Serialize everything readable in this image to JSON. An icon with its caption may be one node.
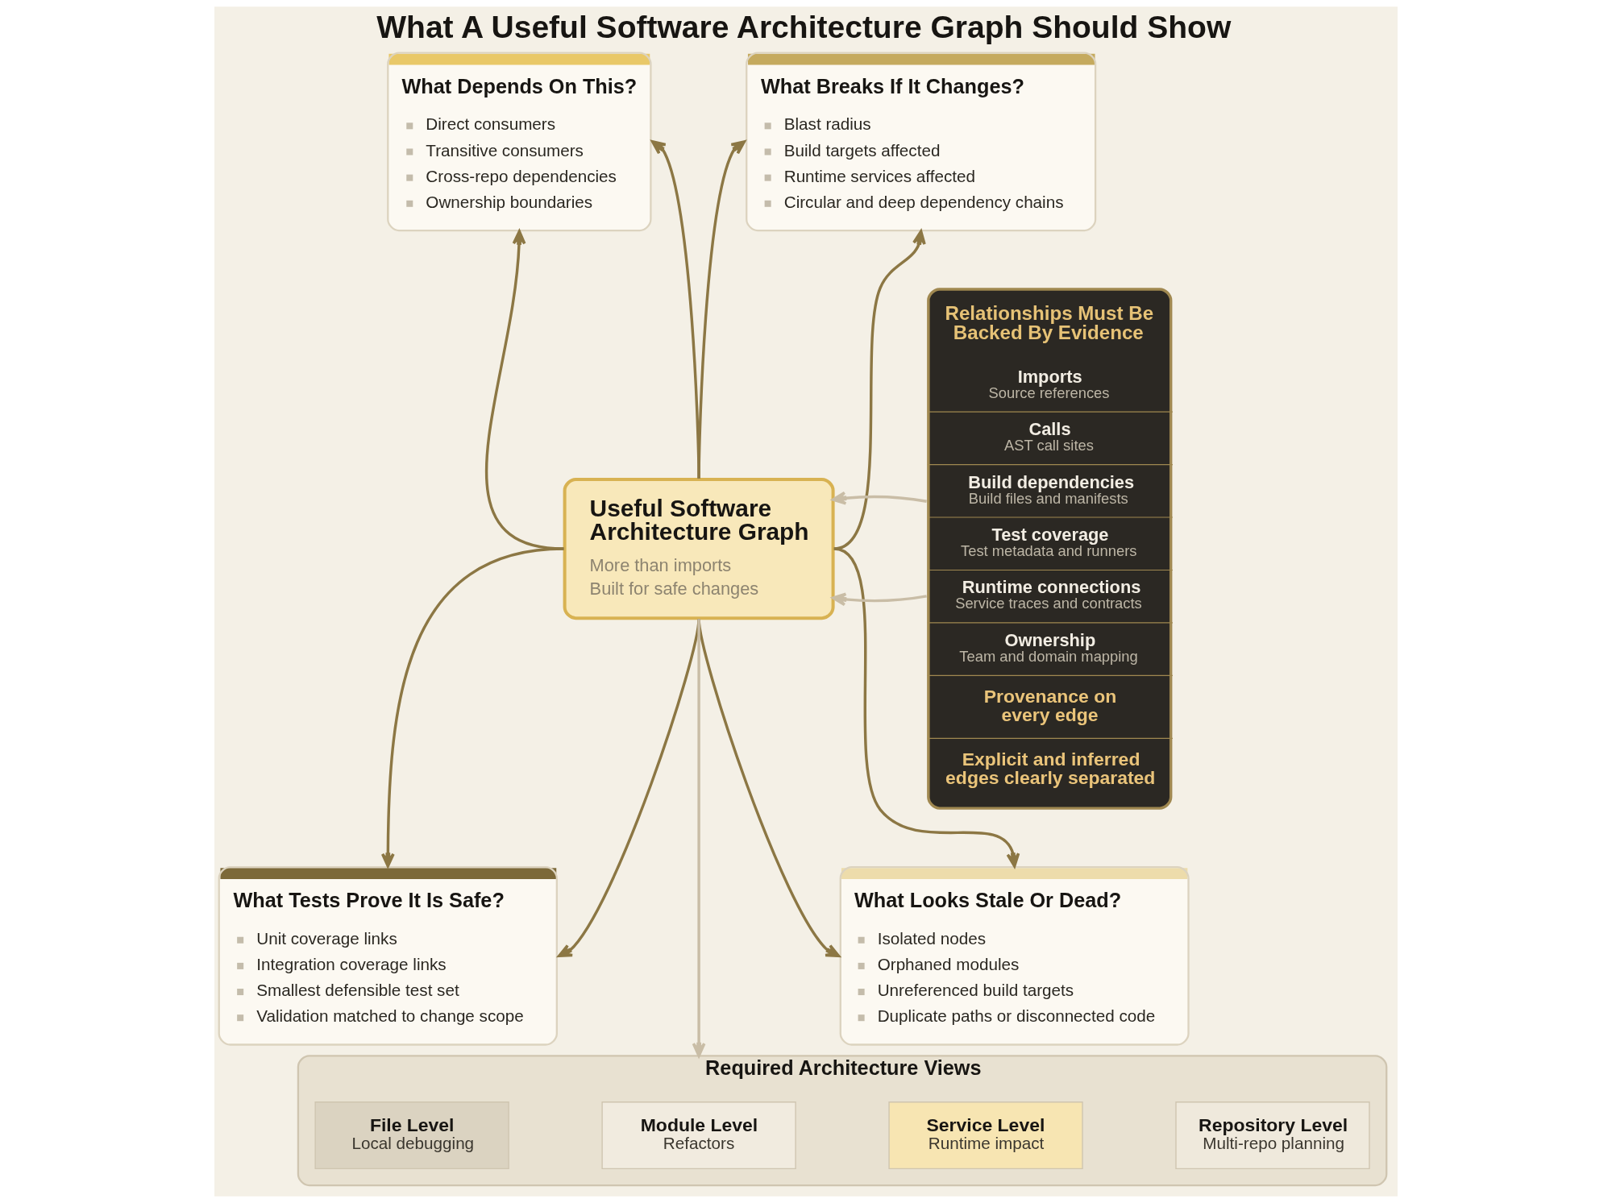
{
  "diagram": {
    "title": "What A Useful Software Architecture Graph Should Show",
    "nodes": [
      {
        "text": [
          "What Depends On This?",
          "Direct consumers",
          "Transitive consumers",
          "Cross-repo dependencies",
          "Ownership boundaries"
        ]
      },
      {
        "text": [
          "What Breaks If It Changes?",
          "Blast radius",
          "Build targets affected",
          "Runtime services affected",
          "Circular and deep dependency chains"
        ]
      },
      {
        "text": [
          "Relationships Must Be Backed By Evidence",
          "Imports",
          "Source references",
          "Calls",
          "AST call sites",
          "Build dependencies",
          "Build files and manifests",
          "Test coverage",
          "Test metadata and runners",
          "Runtime connections",
          "Service traces and contracts",
          "Ownership",
          "Team and domain mapping",
          "Provenance on every edge",
          "Explicit and inferred edges clearly separated"
        ]
      },
      {
        "text": [
          "Useful Software Architecture Graph",
          "More than imports",
          "Built for safe changes"
        ]
      },
      {
        "text": [
          "What Tests Prove It Is Safe?",
          "Unit coverage links",
          "Integration coverage links",
          "Smallest defensible test set",
          "Validation matched to change scope"
        ]
      },
      {
        "text": [
          "What Looks Stale Or Dead?",
          "Isolated nodes",
          "Orphaned modules",
          "Unreferenced build targets",
          "Duplicate paths or disconnected code"
        ]
      },
      {
        "text": [
          "Required Architecture Views"
        ]
      },
      {
        "text": [
          "File Level",
          "Local debugging"
        ],
        "in": 6
      },
      {
        "text": [
          "Module Level",
          "Refactors"
        ],
        "in": 6
      },
      {
        "text": [
          "Service Level",
          "Runtime impact"
        ],
        "in": 6
      },
      {
        "text": [
          "Repository Level",
          "Multi-repo planning"
        ],
        "in": 6
      }
    ],
    "edges": [
      {
        "from": 3,
        "to": 0,
        "arrow": "to"
      },
      {
        "from": 3,
        "to": 0,
        "arrow": "to"
      },
      {
        "from": 3,
        "to": 1,
        "arrow": "to"
      },
      {
        "from": 3,
        "to": 1,
        "arrow": "to"
      },
      {
        "from": 3,
        "to": 4,
        "arrow": "to"
      },
      {
        "from": 3,
        "to": 4,
        "arrow": "to"
      },
      {
        "from": 3,
        "to": 5,
        "arrow": "to"
      },
      {
        "from": 3,
        "to": 5,
        "arrow": "to"
      },
      {
        "from": 3,
        "to": 6,
        "arrow": "to",
        "color": "#c9bda6"
      },
      {
        "from": 2,
        "to": 3,
        "arrow": "to",
        "color": "#c9bda6"
      },
      {
        "from": 2,
        "to": 3,
        "arrow": "to",
        "color": "#c9bda6"
      }
    ]
  }
}
